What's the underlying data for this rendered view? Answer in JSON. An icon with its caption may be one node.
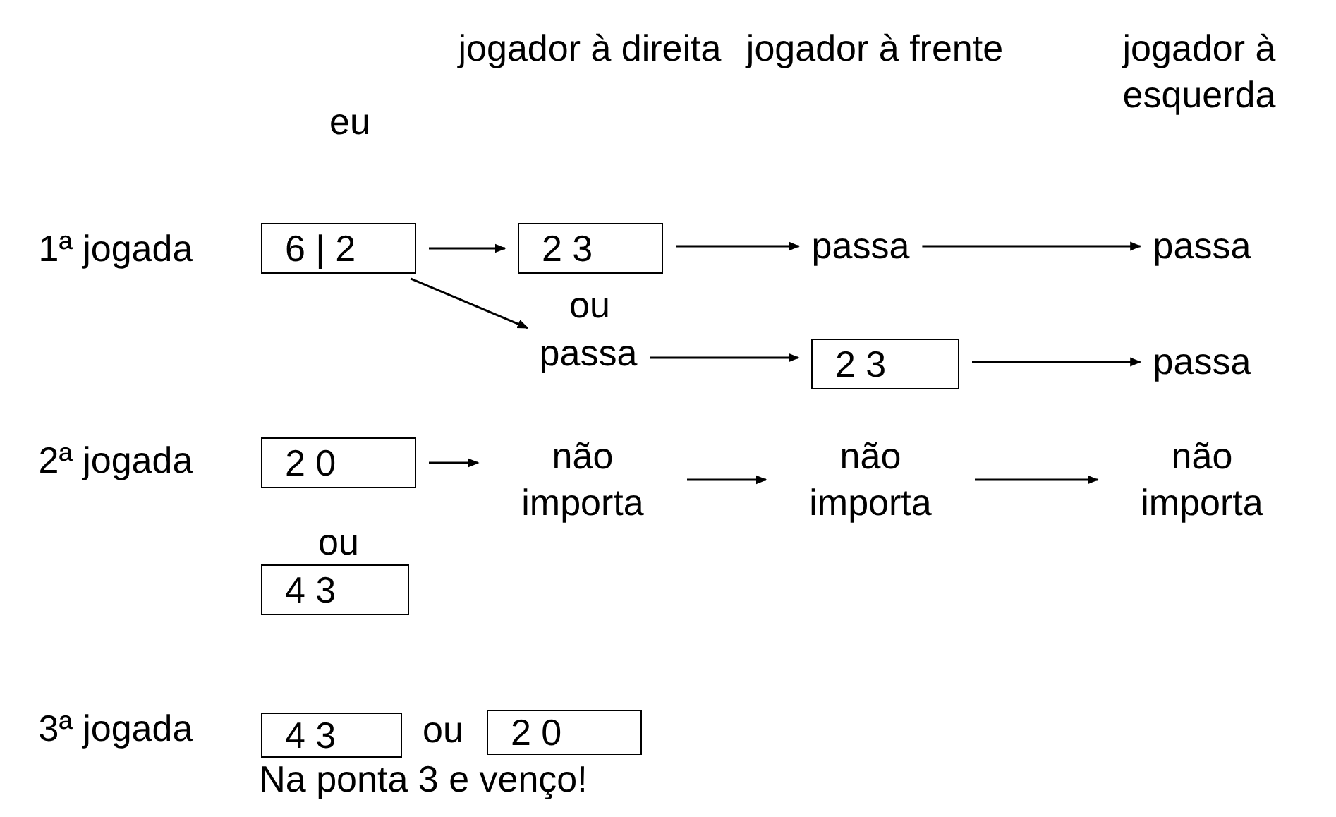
{
  "diagram": {
    "nodes": [
      {
        "text": [
          "6 | 2"
        ]
      },
      {
        "text": [
          "2 3"
        ]
      },
      {
        "text": [
          "passa"
        ]
      },
      {
        "text": [
          "passa"
        ]
      },
      {
        "text": [
          "passa"
        ]
      },
      {
        "text": [
          "2 3"
        ]
      },
      {
        "text": [
          "passa"
        ]
      },
      {
        "text": [
          "2 0"
        ]
      },
      {
        "text": [
          "não importa"
        ]
      },
      {
        "text": [
          "não importa"
        ]
      },
      {
        "text": [
          "não importa"
        ]
      },
      {
        "text": [
          "4 3"
        ]
      },
      {
        "text": [
          "4 3"
        ]
      },
      {
        "text": [
          "2 0"
        ]
      }
    ],
    "edges": [
      {
        "from": 0,
        "to": 1,
        "arrow": "to"
      },
      {
        "from": 1,
        "to": 2,
        "arrow": "to"
      },
      {
        "from": 2,
        "to": 3,
        "arrow": "to"
      },
      {
        "from": 0,
        "to": 4,
        "arrow": "to"
      },
      {
        "from": 4,
        "to": 5,
        "arrow": "to"
      },
      {
        "from": 5,
        "to": 6,
        "arrow": "to"
      },
      {
        "from": 7,
        "to": 8,
        "arrow": "to"
      },
      {
        "from": 8,
        "to": 9,
        "arrow": "to"
      },
      {
        "from": 9,
        "to": 10,
        "arrow": "to"
      }
    ],
    "labels": [
      "eu",
      "jogador à direita",
      "jogador à frente",
      "jogador à esquerda",
      "1ª jogada",
      "ou",
      "2ª jogada",
      "ou",
      "3ª jogada",
      "ou",
      "Na ponta 3 e venço!"
    ]
  }
}
